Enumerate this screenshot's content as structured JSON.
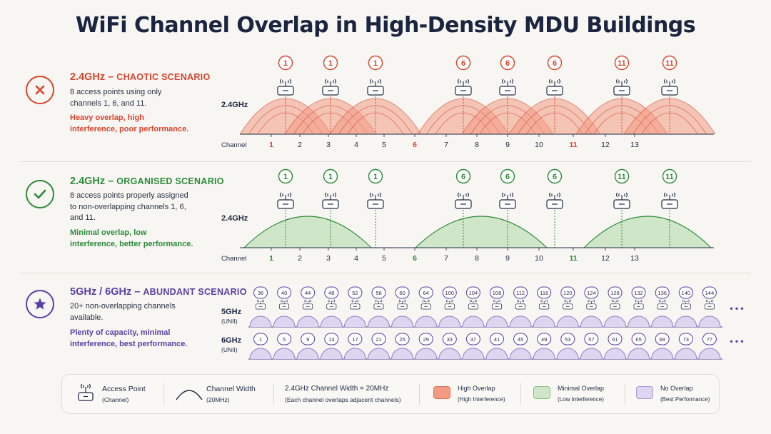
{
  "title": "WiFi Channel Overlap in High-Density MDU Buildings",
  "panels": {
    "chaotic": {
      "heading_band": "2.4GHz – ",
      "heading_scenario": "CHAOTIC SCENARIO",
      "desc": "8 access points using only channels 1, 6, and 11.",
      "summary": "Heavy overlap, high interference, poor performance.",
      "band_label": "2.4GHz",
      "axis_label": "Channel",
      "ap_channels": [
        "1",
        "1",
        "1",
        "6",
        "6",
        "6",
        "11",
        "11"
      ],
      "channel_ticks": [
        "1",
        "2",
        "3",
        "4",
        "5",
        "6",
        "7",
        "8",
        "9",
        "10",
        "11",
        "12",
        "13"
      ],
      "highlight_channels": [
        "1",
        "6",
        "11"
      ],
      "color": "#d8442e",
      "fill": "#f39a83",
      "icon": "x-icon"
    },
    "organised": {
      "heading_band": "2.4GHz – ",
      "heading_scenario": "ORGANISED SCENARIO",
      "desc": "8 access points properly assigned to non-overlapping channels 1, 6, and 11.",
      "summary": "Minimal overlap, low interference, better performance.",
      "band_label": "2.4GHz",
      "axis_label": "Channel",
      "ap_channels": [
        "1",
        "1",
        "1",
        "6",
        "6",
        "6",
        "11",
        "11"
      ],
      "channel_ticks": [
        "1",
        "2",
        "3",
        "4",
        "5",
        "6",
        "7",
        "8",
        "9",
        "10",
        "11",
        "12",
        "13"
      ],
      "highlight_channels": [
        "1",
        "6",
        "11"
      ],
      "color": "#2e8a3a",
      "fill": "#cfe6c8",
      "icon": "checkmark-icon"
    },
    "abundant": {
      "heading_band": "5GHz / 6GHz – ",
      "heading_scenario": "ABUNDANT SCENARIO",
      "desc": "20+ non-overlapping channels available.",
      "summary": "Plenty of capacity, minimal interference, best performance.",
      "band_5": "5GHz",
      "band_6": "6GHz",
      "band_sub": "(UNII)",
      "channels_5ghz": [
        "36",
        "40",
        "44",
        "48",
        "52",
        "56",
        "60",
        "64",
        "100",
        "104",
        "108",
        "112",
        "116",
        "120",
        "124",
        "128",
        "132",
        "136",
        "140",
        "144"
      ],
      "channels_6ghz": [
        "1",
        "5",
        "9",
        "13",
        "17",
        "21",
        "25",
        "29",
        "33",
        "37",
        "41",
        "45",
        "49",
        "53",
        "57",
        "61",
        "65",
        "69",
        "73",
        "77"
      ],
      "ellipsis": "• • •",
      "color": "#5a3fa6",
      "fill": "#ddd6f0",
      "icon": "star-icon"
    }
  },
  "legend": {
    "access_point": "Access Point",
    "access_point_sub": "(Channel)",
    "channel_width": "Channel Width",
    "channel_width_sub": "(20MHz)",
    "note": "2.4GHz Channel Width = 20MHz",
    "note_sub": "(Each channel overlaps adjacent channels)",
    "high": "High Overlap",
    "high_sub": "(High Interference)",
    "minimal": "Minimal Overlap",
    "minimal_sub": "(Low Interference)",
    "none": "No Overlap",
    "none_sub": "(Best Performance)",
    "colors": {
      "high": "#f39a83",
      "minimal": "#cfe6c8",
      "none": "#ddd6f0"
    }
  }
}
